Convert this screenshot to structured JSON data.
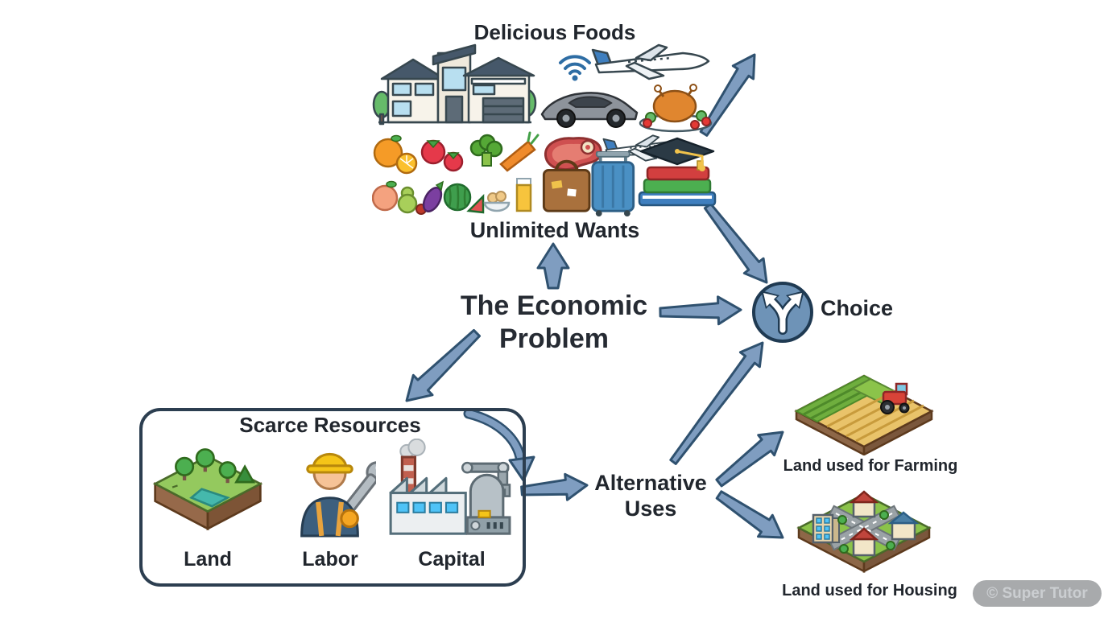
{
  "diagram": {
    "delicious_foods": "Delicious Foods",
    "unlimited_wants": "Unlimited Wants",
    "economic_problem": {
      "line1": "The Economic",
      "line2": "Problem"
    },
    "choice": "Choice",
    "scarce_resources": {
      "title": "Scarce Resources",
      "items": [
        {
          "label": "Land"
        },
        {
          "label": "Labor"
        },
        {
          "label": "Capital"
        }
      ]
    },
    "alternative_uses": {
      "line1": "Alternative",
      "line2": "Uses"
    },
    "land_uses": [
      {
        "label": "Land used for Farming"
      },
      {
        "label": "Land used for Housing"
      }
    ],
    "watermark": "© Super Tutor",
    "wants_collage_items": [
      "house",
      "wifi",
      "airplane",
      "sports-car",
      "roast-turkey",
      "fruits-vegetables",
      "steak",
      "airplane",
      "produce-snacks",
      "luggage",
      "graduation-cap-books"
    ],
    "colors": {
      "arrow_fill": "#7f9dc0",
      "arrow_outline": "#2f516f",
      "choice_circle_fill": "#6e93b7",
      "text": "#21262d",
      "box_border": "#2c3e50",
      "watermark_bg": "#a8aaac",
      "watermark_text": "#cbced1"
    }
  }
}
